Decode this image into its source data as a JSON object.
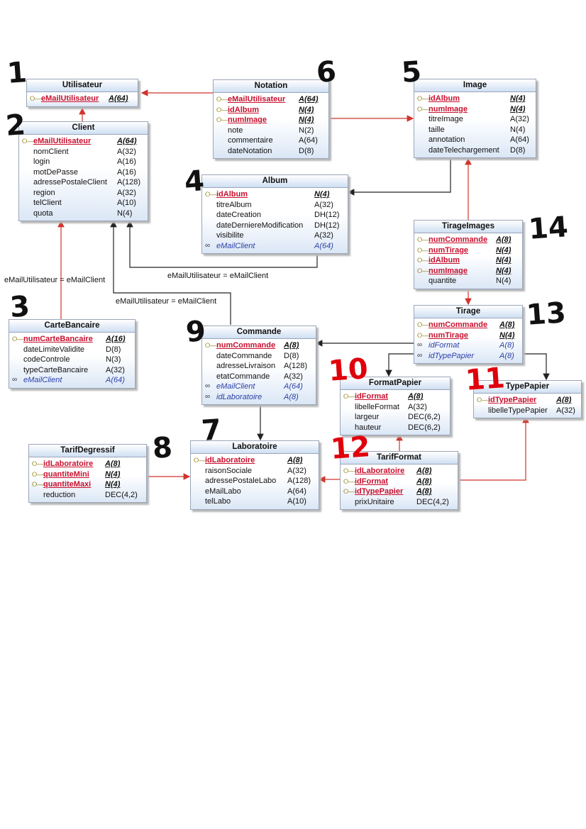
{
  "colors": {
    "connector_red": "#d0342c",
    "connector_black": "#222222",
    "pk_red": "#c8102e",
    "fk_blue": "#2b3fa8",
    "annotation_red": "#e0000b"
  },
  "tables": {
    "utilisateur": {
      "title": "Utilisateur",
      "rows": [
        {
          "name": "eMailUtilisateur",
          "type": "A(64)",
          "kind": "pk"
        }
      ]
    },
    "client": {
      "title": "Client",
      "rows": [
        {
          "name": "eMailUtilisateur",
          "type": "A(64)",
          "kind": "pk"
        },
        {
          "name": "nomClient",
          "type": "A(32)"
        },
        {
          "name": "login",
          "type": "A(16)"
        },
        {
          "name": "motDePasse",
          "type": "A(16)"
        },
        {
          "name": "adressePostaleClient",
          "type": "A(128)"
        },
        {
          "name": "region",
          "type": "A(32)"
        },
        {
          "name": "telClient",
          "type": "A(10)"
        },
        {
          "name": "quota",
          "type": "N(4)"
        }
      ]
    },
    "notation": {
      "title": "Notation",
      "rows": [
        {
          "name": "eMailUtilisateur",
          "type": "A(64)",
          "kind": "pk"
        },
        {
          "name": "idAlbum",
          "type": "N(4)",
          "kind": "pk"
        },
        {
          "name": "numImage",
          "type": "N(4)",
          "kind": "pk"
        },
        {
          "name": "note",
          "type": "N(2)"
        },
        {
          "name": "commentaire",
          "type": "A(64)"
        },
        {
          "name": "dateNotation",
          "type": "D(8)"
        }
      ]
    },
    "image": {
      "title": "Image",
      "rows": [
        {
          "name": "idAlbum",
          "type": "N(4)",
          "kind": "pk"
        },
        {
          "name": "numImage",
          "type": "N(4)",
          "kind": "pk"
        },
        {
          "name": "titreImage",
          "type": "A(32)"
        },
        {
          "name": "taille",
          "type": "N(4)"
        },
        {
          "name": "annotation",
          "type": "A(64)"
        },
        {
          "name": "dateTelechargement",
          "type": "D(8)"
        }
      ]
    },
    "album": {
      "title": "Album",
      "rows": [
        {
          "name": "idAlbum",
          "type": "N(4)",
          "kind": "pk"
        },
        {
          "name": "titreAlbum",
          "type": "A(32)"
        },
        {
          "name": "dateCreation",
          "type": "DH(12)"
        },
        {
          "name": "dateDerniereModification",
          "type": "DH(12)"
        },
        {
          "name": "visibilite",
          "type": "A(32)"
        },
        {
          "name": "eMailClient",
          "type": "A(64)",
          "kind": "fk"
        }
      ]
    },
    "tirageimages": {
      "title": "TirageImages",
      "rows": [
        {
          "name": "numCommande",
          "type": "A(8)",
          "kind": "pk"
        },
        {
          "name": "numTirage",
          "type": "N(4)",
          "kind": "pk"
        },
        {
          "name": "idAlbum",
          "type": "N(4)",
          "kind": "pk"
        },
        {
          "name": "numImage",
          "type": "N(4)",
          "kind": "pk"
        },
        {
          "name": "quantite",
          "type": "N(4)"
        }
      ]
    },
    "tirage": {
      "title": "Tirage",
      "rows": [
        {
          "name": "numCommande",
          "type": "A(8)",
          "kind": "pk"
        },
        {
          "name": "numTirage",
          "type": "N(4)",
          "kind": "pk"
        },
        {
          "name": "idFormat",
          "type": "A(8)",
          "kind": "fk"
        },
        {
          "name": "idTypePapier",
          "type": "A(8)",
          "kind": "fk"
        }
      ]
    },
    "cartebancaire": {
      "title": "CarteBancaire",
      "rows": [
        {
          "name": "numCarteBancaire",
          "type": "A(16)",
          "kind": "pk"
        },
        {
          "name": "dateLimiteValidite",
          "type": "D(8)"
        },
        {
          "name": "codeControle",
          "type": "N(3)"
        },
        {
          "name": "typeCarteBancaire",
          "type": "A(32)"
        },
        {
          "name": "eMailClient",
          "type": "A(64)",
          "kind": "fk"
        }
      ]
    },
    "commande": {
      "title": "Commande",
      "rows": [
        {
          "name": "numCommande",
          "type": "A(8)",
          "kind": "pk"
        },
        {
          "name": "dateCommande",
          "type": "D(8)"
        },
        {
          "name": "adresseLivraison",
          "type": "A(128)"
        },
        {
          "name": "etatCommande",
          "type": "A(32)"
        },
        {
          "name": "eMailClient",
          "type": "A(64)",
          "kind": "fk"
        },
        {
          "name": "idLaboratoire",
          "type": "A(8)",
          "kind": "fk"
        }
      ]
    },
    "formatpapier": {
      "title": "FormatPapier",
      "rows": [
        {
          "name": "idFormat",
          "type": "A(8)",
          "kind": "pk"
        },
        {
          "name": "libelleFormat",
          "type": "A(32)"
        },
        {
          "name": "largeur",
          "type": "DEC(6,2)"
        },
        {
          "name": "hauteur",
          "type": "DEC(6,2)"
        }
      ]
    },
    "typepapier": {
      "title": "TypePapier",
      "rows": [
        {
          "name": "idTypePapier",
          "type": "A(8)",
          "kind": "pk"
        },
        {
          "name": "libelleTypePapier",
          "type": "A(32)"
        }
      ]
    },
    "tarifdegressif": {
      "title": "TarifDegressif",
      "rows": [
        {
          "name": "idLaboratoire",
          "type": "A(8)",
          "kind": "pk"
        },
        {
          "name": "quantiteMini",
          "type": "N(4)",
          "kind": "pk"
        },
        {
          "name": "quantiteMaxi",
          "type": "N(4)",
          "kind": "pk"
        },
        {
          "name": "reduction",
          "type": "DEC(4,2)"
        }
      ]
    },
    "laboratoire": {
      "title": "Laboratoire",
      "rows": [
        {
          "name": "idLaboratoire",
          "type": "A(8)",
          "kind": "pk"
        },
        {
          "name": "raisonSociale",
          "type": "A(32)"
        },
        {
          "name": "adressePostaleLabo",
          "type": "A(128)"
        },
        {
          "name": "eMailLabo",
          "type": "A(64)"
        },
        {
          "name": "telLabo",
          "type": "A(10)"
        }
      ]
    },
    "tarifformat": {
      "title": "TarifFormat",
      "rows": [
        {
          "name": "idLaboratoire",
          "type": "A(8)",
          "kind": "pk"
        },
        {
          "name": "idFormat",
          "type": "A(8)",
          "kind": "pk"
        },
        {
          "name": "idTypePapier",
          "type": "A(8)",
          "kind": "pk"
        },
        {
          "name": "prixUnitaire",
          "type": "DEC(4,2)"
        }
      ]
    }
  },
  "relation_labels": {
    "carte_client": "eMailUtilisateur = eMailClient",
    "album_client": "eMailUtilisateur = eMailClient",
    "commande_client": "eMailUtilisateur = eMailClient"
  },
  "annotations": {
    "utilisateur": "1",
    "client": "2",
    "cartebancaire": "3",
    "album": "4",
    "image": "5",
    "notation": "6",
    "laboratoire": "7",
    "tarifdegressif": "8",
    "commande": "9",
    "formatpapier": "10",
    "typepapier": "11",
    "tarifformat": "12",
    "tirage": "13",
    "tirageimages": "14"
  }
}
